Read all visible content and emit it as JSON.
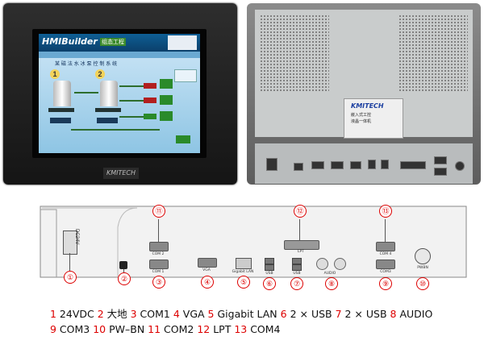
{
  "front": {
    "screen_title": "HMIBuilder",
    "screen_brand_badge": "组态工程",
    "screen_caption": "某 磁 法 水 冰 泵 控 制 系 统",
    "step1": "1",
    "step2": "2",
    "bezel_brand": "KMITECH"
  },
  "back": {
    "brand": "KMITECH",
    "label_line1": "嵌入式工控",
    "label_line2": "液晶一体机"
  },
  "io": {
    "dc_label": "DC24V",
    "com2_label": "COM 2",
    "com1_label": "COM 1",
    "vga_label": "VGA",
    "lan_label": "Gigabit LAN",
    "usb1_label": "USB",
    "usb2_label": "USB",
    "lpt_label": "LPT",
    "audio_label": "AUDIO",
    "com4_label": "COM 4",
    "com3_label": "COM3",
    "pwbn_label": "PWBN",
    "n1": "①",
    "n2": "②",
    "n3": "③",
    "n4": "④",
    "n5": "⑤",
    "n6": "⑥",
    "n7": "⑦",
    "n8": "⑧",
    "n9": "⑨",
    "n10": "⑩",
    "n11": "⑪",
    "n12": "⑫",
    "n13": "⑬"
  },
  "legend": {
    "line1": [
      {
        "n": "1",
        "t": " 24VDC "
      },
      {
        "n": "2",
        "t": " 大地 "
      },
      {
        "n": "3",
        "t": " COM1 "
      },
      {
        "n": "4",
        "t": " VGA "
      },
      {
        "n": "5",
        "t": " Gigabit LAN "
      },
      {
        "n": "6",
        "t": " 2 × USB "
      },
      {
        "n": "7",
        "t": " 2 × USB "
      },
      {
        "n": "8",
        "t": " AUDIO"
      }
    ],
    "line2": [
      {
        "n": "9",
        "t": " COM3 "
      },
      {
        "n": "10",
        "t": " PW–BN "
      },
      {
        "n": "11",
        "t": " COM2 "
      },
      {
        "n": "12",
        "t": " LPT "
      },
      {
        "n": "13",
        "t": " COM4"
      }
    ]
  }
}
